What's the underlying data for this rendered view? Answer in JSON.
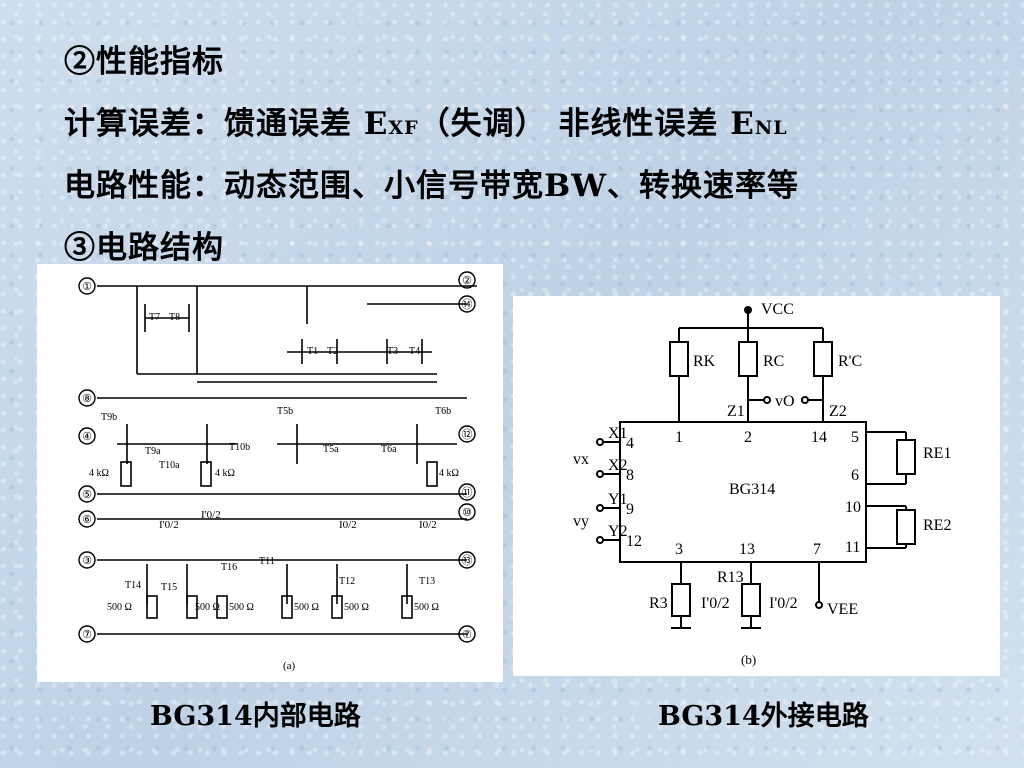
{
  "lines": {
    "metrics": "②性能指标",
    "error_prefix": "计算误差：馈通误差 E",
    "exf_sub": "XF",
    "error_mid": "（失调）  非线性误差 E",
    "enl_sub": "NL",
    "circuit_perf": "电路性能：动态范围、小信号带宽BW、转换速率等",
    "structure": "③电路结构"
  },
  "left_figure": {
    "pins": [
      "①",
      "②",
      "⑭",
      "⑧",
      "④",
      "⑫",
      "⑤",
      "⑪",
      "⑥",
      "⑩",
      "③",
      "⑬",
      "⑦",
      "⑦"
    ],
    "transistors": [
      "T7",
      "T8",
      "T1",
      "T2",
      "T3",
      "T4",
      "T9b",
      "T5b",
      "T6b",
      "T9a",
      "T10b",
      "T5a",
      "T6a",
      "T10a",
      "T16",
      "T11",
      "T12",
      "T13",
      "T14",
      "T15"
    ],
    "resistors": [
      "4 kΩ",
      "4 kΩ",
      "4 kΩ",
      "500 Ω",
      "500 Ω",
      "500 Ω",
      "500 Ω",
      "500 Ω",
      "500 Ω"
    ],
    "currents": [
      "I'0/2",
      "I0/2",
      "I0/2",
      "I'0/2"
    ],
    "label": "(a)"
  },
  "right_figure": {
    "vcc": "VCC",
    "vee": "VEE",
    "chip": "BG314",
    "resistors": [
      "RK",
      "RC",
      "R'C",
      "RE1",
      "RE2",
      "R3",
      "R13"
    ],
    "z_labels": [
      "Z1",
      "Z2"
    ],
    "vo": "vO",
    "inputs": [
      "X1",
      "X2",
      "Y1",
      "Y2"
    ],
    "vx": "vx",
    "vy": "vy",
    "pins_top": [
      "1",
      "2",
      "14",
      "5"
    ],
    "pins_left": [
      "4",
      "8",
      "9",
      "12"
    ],
    "pins_right": [
      "6",
      "10",
      "11"
    ],
    "pins_bottom": [
      "3",
      "13",
      "7"
    ],
    "current": "I'0/2",
    "label": "(b)"
  },
  "captions": {
    "left": "BG314内部电路",
    "right": "BG314外接电路"
  }
}
